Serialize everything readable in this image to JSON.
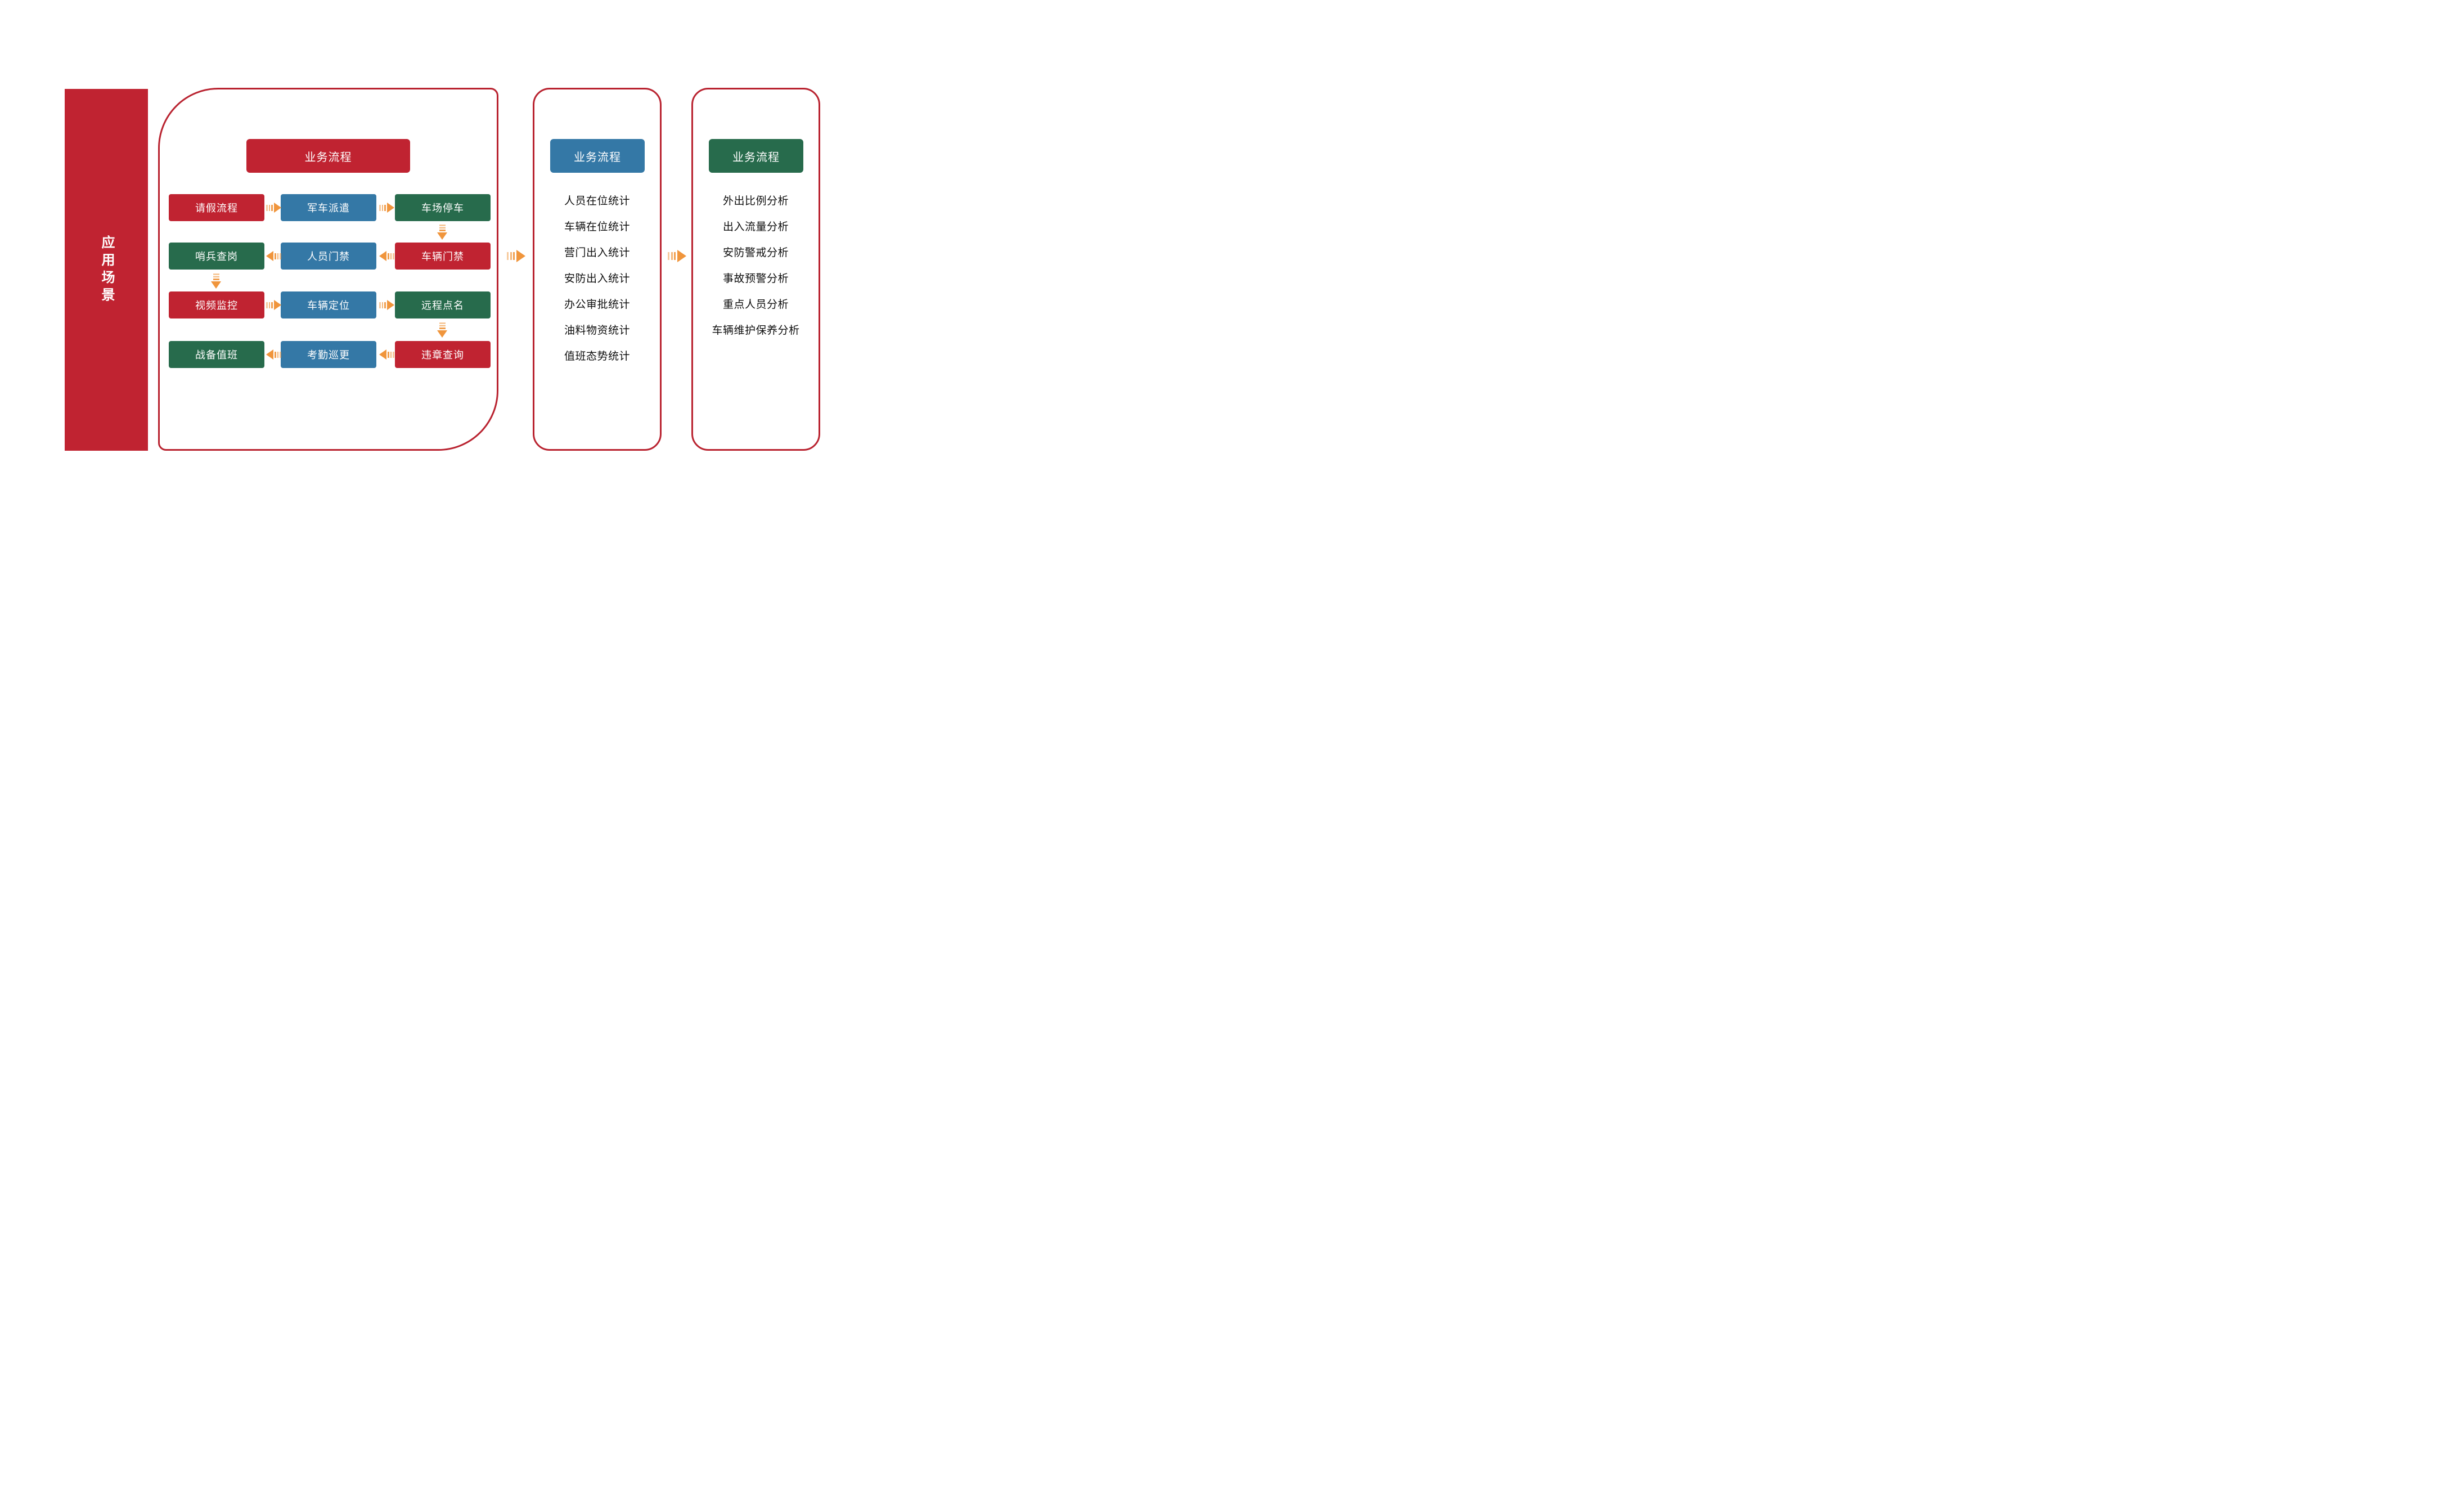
{
  "colors": {
    "red": "#C02331",
    "blue": "#3478A6",
    "green": "#276B4C",
    "orange": "#F0953C",
    "panel_border": "#B92330",
    "list_text": "#0e0e0e",
    "box_text": "#ffffff"
  },
  "icons": {
    "flow_arrow_right": "striped-orange-right-arrow",
    "flow_arrow_left": "striped-orange-left-arrow",
    "flow_arrow_down": "striped-orange-down-arrow",
    "panel_link_arrow": "striped-orange-right-arrow-large"
  },
  "sidebar": {
    "title": "应用场景"
  },
  "flow_panel": {
    "header": {
      "label": "业务流程",
      "color": "red"
    },
    "boxes": [
      {
        "label": "请假流程",
        "color": "red"
      },
      {
        "label": "军车派遣",
        "color": "blue"
      },
      {
        "label": "车场停车",
        "color": "green"
      },
      {
        "label": "哨兵查岗",
        "color": "green"
      },
      {
        "label": "人员门禁",
        "color": "blue"
      },
      {
        "label": "车辆门禁",
        "color": "red"
      },
      {
        "label": "视频监控",
        "color": "red"
      },
      {
        "label": "车辆定位",
        "color": "blue"
      },
      {
        "label": "远程点名",
        "color": "green"
      },
      {
        "label": "战备值班",
        "color": "green"
      },
      {
        "label": "考勤巡更",
        "color": "blue"
      },
      {
        "label": "违章查询",
        "color": "red"
      }
    ]
  },
  "stats_panel": {
    "header": {
      "label": "业务流程",
      "color": "blue"
    },
    "items": [
      "人员在位统计",
      "车辆在位统计",
      "营门出入统计",
      "安防出入统计",
      "办公审批统计",
      "油料物资统计",
      "值班态势统计"
    ]
  },
  "analysis_panel": {
    "header": {
      "label": "业务流程",
      "color": "green"
    },
    "items": [
      "外出比例分析",
      "出入流量分析",
      "安防警戒分析",
      "事故预警分析",
      "重点人员分析",
      "车辆维护保养分析"
    ]
  }
}
